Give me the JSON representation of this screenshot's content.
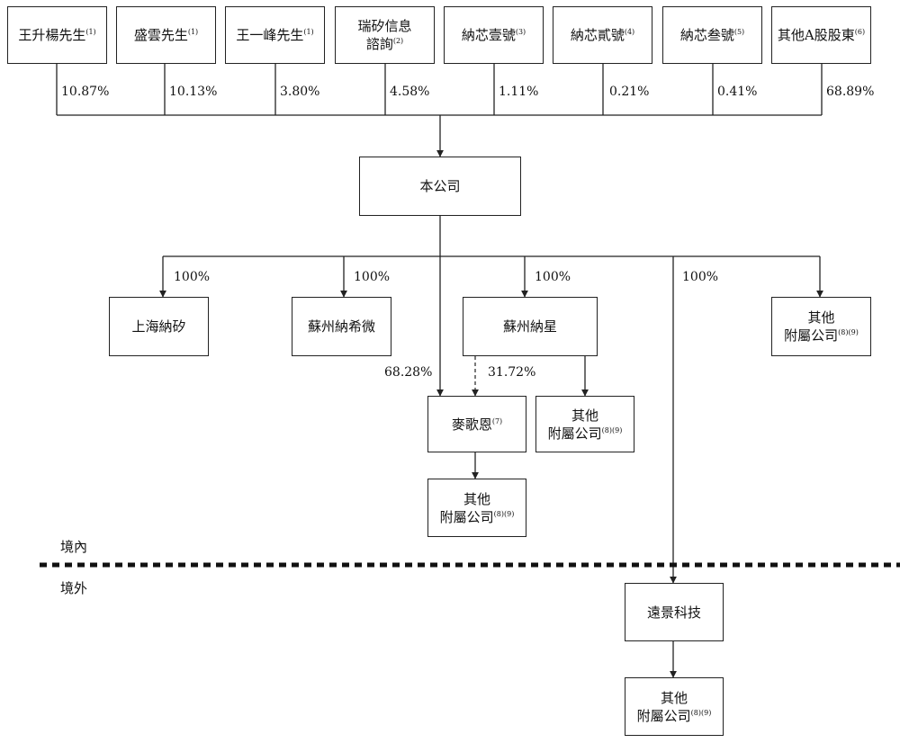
{
  "shareholders": [
    {
      "name": "王升楊先生",
      "note": "(1)",
      "pct": "10.87%"
    },
    {
      "name": "盛雲先生",
      "note": "(1)",
      "pct": "10.13%"
    },
    {
      "name": "王一峰先生",
      "note": "(1)",
      "pct": "3.80%"
    },
    {
      "name": "瑞矽信息",
      "name2": "諮詢",
      "note": "(2)",
      "pct": "4.58%"
    },
    {
      "name": "納芯壹號",
      "note": "(3)",
      "pct": "1.11%"
    },
    {
      "name": "納芯貳號",
      "note": "(4)",
      "pct": "0.21%"
    },
    {
      "name": "納芯叁號",
      "note": "(5)",
      "pct": "0.41%"
    },
    {
      "name": "其他A股股東",
      "note": "(6)",
      "pct": "68.89%"
    }
  ],
  "company": "本公司",
  "subsidiaries": {
    "shanghai": {
      "name": "上海納矽",
      "pct": "100%"
    },
    "suzhou_xiwei": {
      "name": "蘇州納希微",
      "pct": "100%"
    },
    "suzhou_naxing": {
      "name": "蘇州納星",
      "pct": "100%"
    },
    "yuanjing_pct": "100%",
    "other_top": {
      "line1": "其他",
      "line2": "附屬公司",
      "note": "(8)(9)"
    },
    "maigeen": {
      "name": "麥歌恩",
      "note": "(7)",
      "pct_company": "68.28%",
      "pct_naxing": "31.72%"
    },
    "other_naxing": {
      "line1": "其他",
      "line2": "附屬公司",
      "note": "(8)(9)"
    },
    "other_maigeen": {
      "line1": "其他",
      "line2": "附屬公司",
      "note": "(8)(9)"
    },
    "yuanjing": {
      "name": "遠景科技"
    },
    "other_yuanjing": {
      "line1": "其他",
      "line2": "附屬公司",
      "note": "(8)(9)"
    }
  },
  "regions": {
    "domestic": "境內",
    "overseas": "境外"
  }
}
